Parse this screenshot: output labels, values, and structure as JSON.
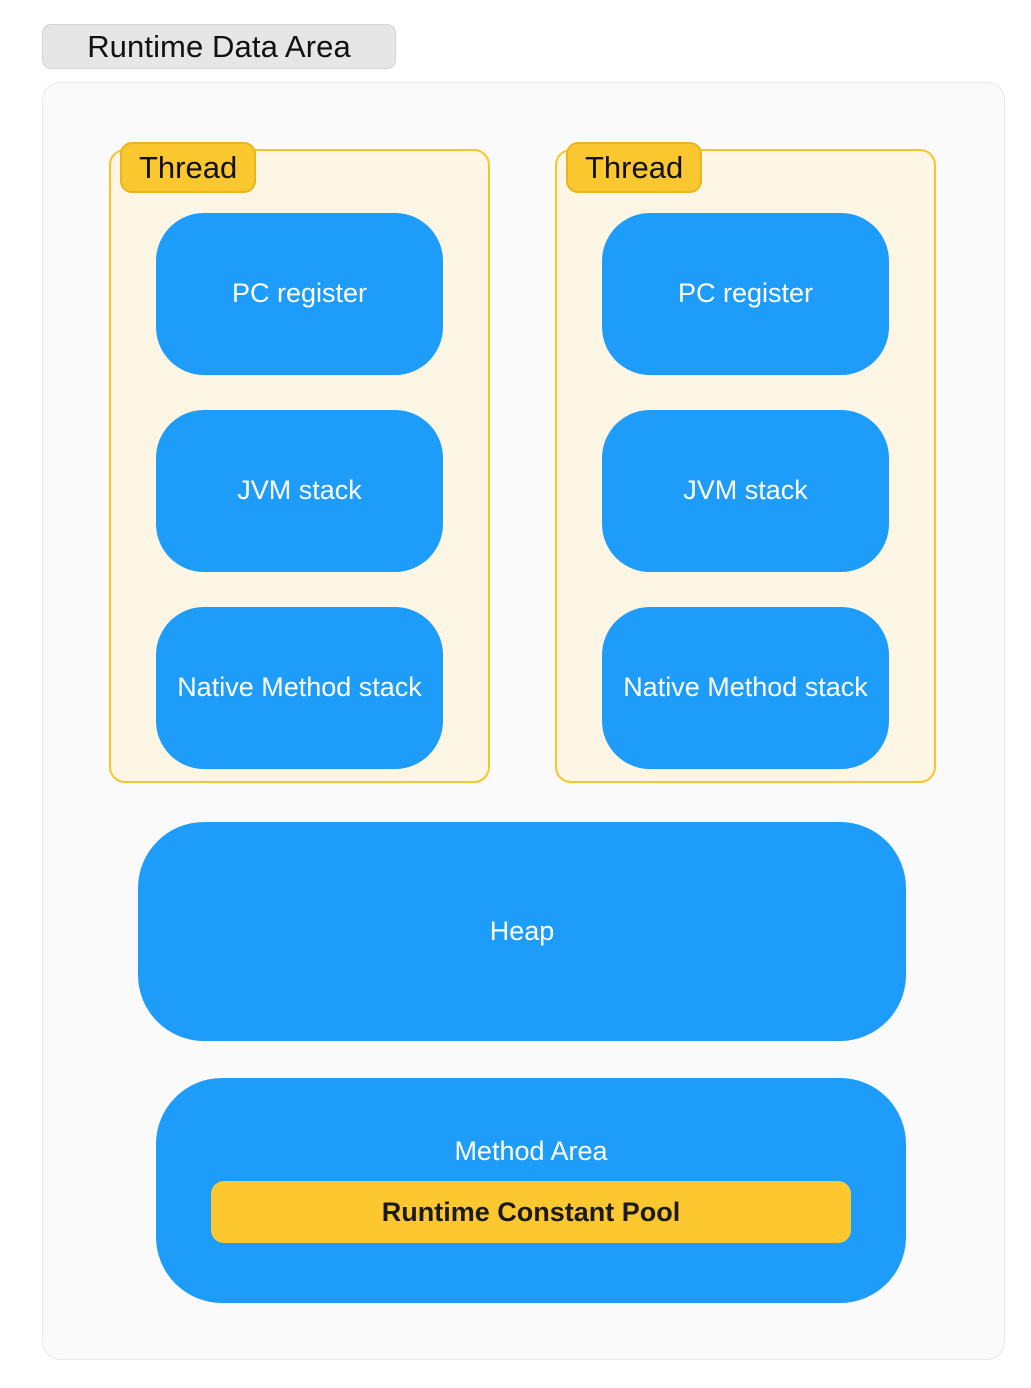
{
  "diagram": {
    "title": "Runtime Data Area",
    "container_label": "Runtime Data Area",
    "threads": [
      {
        "badge_label": "Thread",
        "regions": [
          {
            "label": "PC register"
          },
          {
            "label": "JVM stack"
          },
          {
            "label": "Native Method stack"
          }
        ]
      },
      {
        "badge_label": "Thread",
        "regions": [
          {
            "label": "PC register"
          },
          {
            "label": "JVM stack"
          },
          {
            "label": "Native Method stack"
          }
        ]
      }
    ],
    "heap": {
      "label": "Heap"
    },
    "method_area": {
      "label": "Method Area",
      "constant_pool_label": "Runtime Constant Pool"
    },
    "colors": {
      "blue": "#1e9cfa",
      "yellow_badge": "#fbc72f",
      "yellow_pool": "#fdc72f",
      "thread_fill": "#fdf6e4",
      "thread_border": "#f7c52b",
      "outer_fill": "#fafafa",
      "outer_border": "#e9e9e9",
      "title_fill": "#e6e6e6",
      "text_light": "#ffffff",
      "text_dark": "#111111"
    }
  }
}
